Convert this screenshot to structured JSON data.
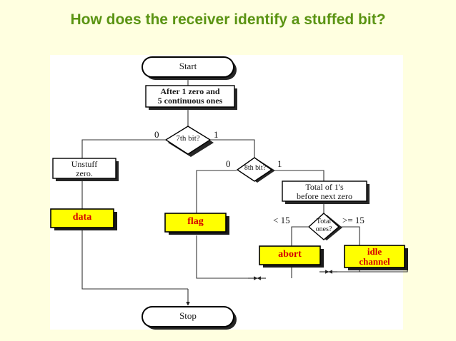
{
  "slide": {
    "background_color": "#ffffe0",
    "panel_color": "#ffffff",
    "title": "How does the receiver identify a stuffed bit?",
    "title_color": "#5b9413"
  },
  "flowchart": {
    "accent_yellow": "#ffff00",
    "accent_red": "#d40000",
    "line_color": "#333333",
    "nodes": {
      "start": {
        "label": "Start",
        "shape": "terminator"
      },
      "after_condition": {
        "line1": "After 1 zero and",
        "line2": "5 continuous ones",
        "shape": "process"
      },
      "seventh_bit": {
        "label": "7th bit?",
        "shape": "decision"
      },
      "eighth_bit": {
        "label": "8th bit?",
        "shape": "decision"
      },
      "unstuff_zero": {
        "line1": "Unstuff",
        "line2": "zero.",
        "shape": "process"
      },
      "total_ones_count": {
        "line1": "Total of 1's",
        "line2": "before next zero",
        "shape": "process"
      },
      "total_ones_decision": {
        "line1": "Total",
        "line2": "ones?",
        "shape": "decision"
      },
      "data": {
        "label": "data",
        "shape": "result"
      },
      "flag": {
        "label": "flag",
        "shape": "result"
      },
      "abort": {
        "label": "abort",
        "shape": "result"
      },
      "idle_channel": {
        "line1": "idle",
        "line2": "channel",
        "shape": "result"
      },
      "stop": {
        "label": "Stop",
        "shape": "terminator"
      }
    },
    "edge_labels": {
      "seventh_zero": "0",
      "seventh_one": "1",
      "eighth_zero": "0",
      "eighth_one": "1",
      "total_less": "< 15",
      "total_greater": ">= 15"
    }
  }
}
